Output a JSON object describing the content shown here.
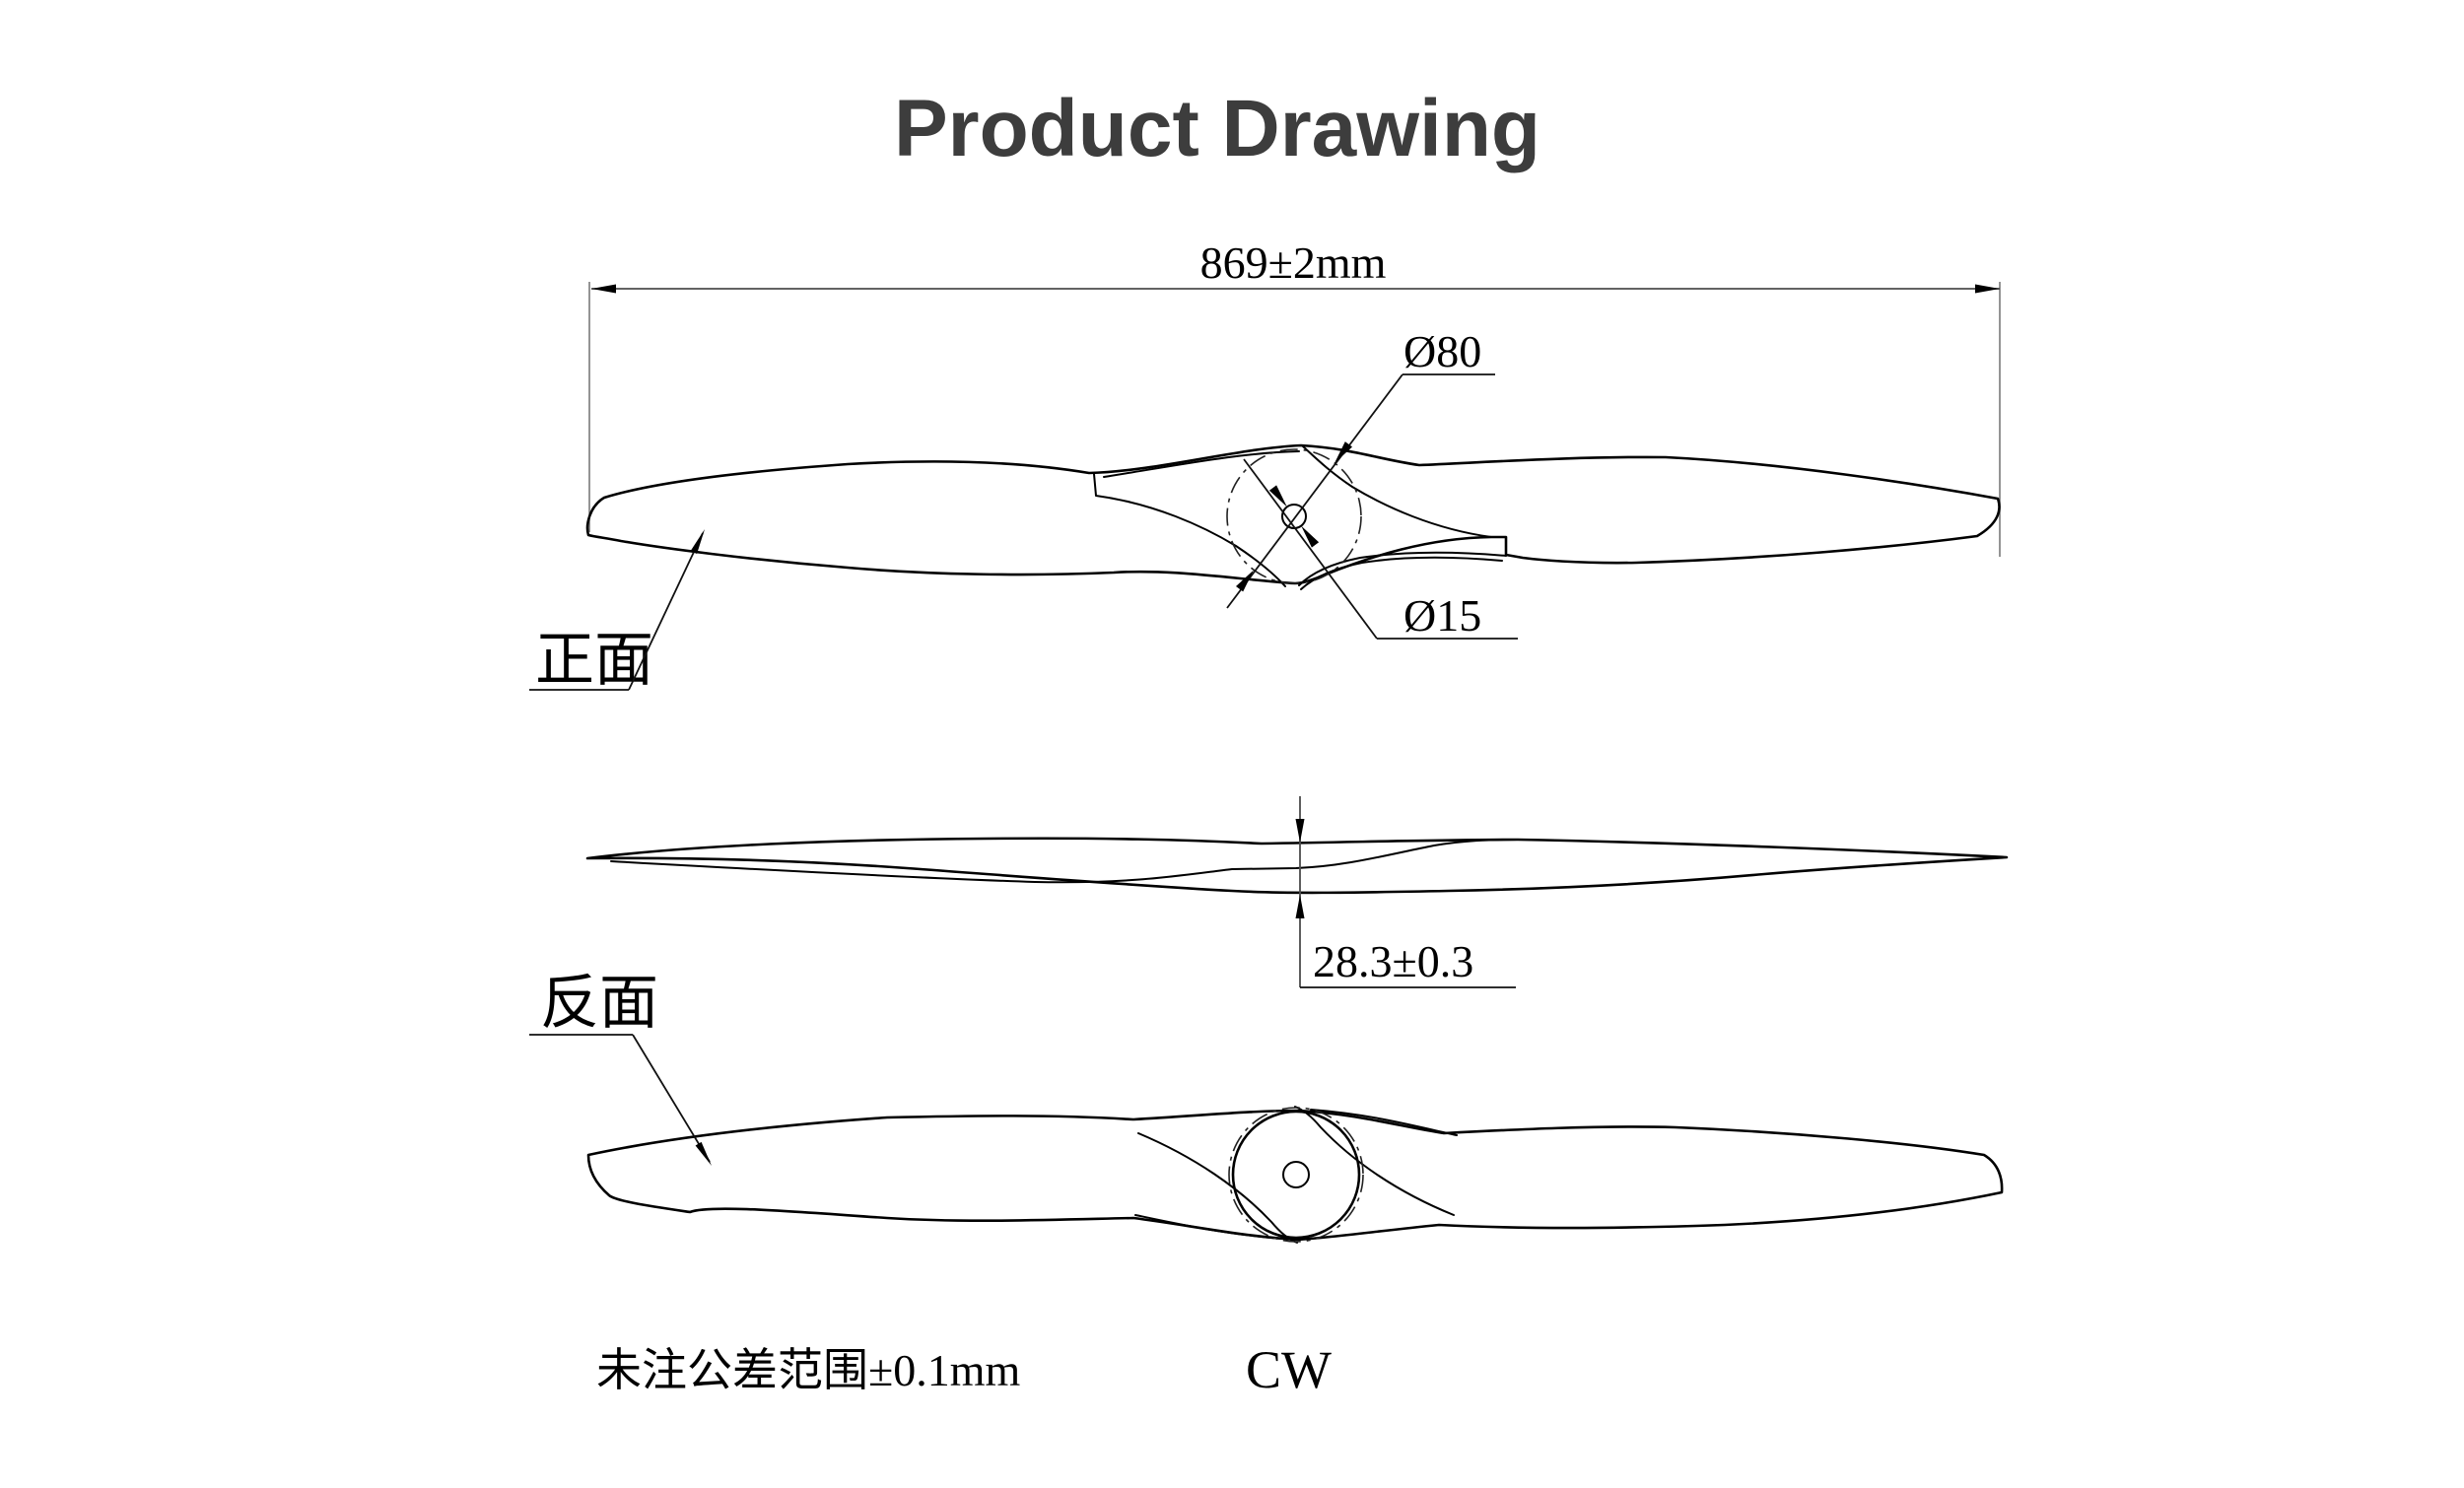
{
  "title": "Product Drawing",
  "colors": {
    "background": "#ffffff",
    "object_line": "#000000",
    "dimension_line": "#4d4d4d",
    "title_text": "#3d3d3d"
  },
  "front_view": {
    "label": "正面",
    "overall_length": "869±2mm",
    "hub_diameter": "Ø80",
    "bore_diameter": "Ø15"
  },
  "side_view": {
    "hub_thickness": "28.3±0.3"
  },
  "back_view": {
    "label": "反面",
    "rotation_direction": "CW"
  },
  "notes": {
    "general_tolerance": "未注公差范围±0.1mm"
  }
}
